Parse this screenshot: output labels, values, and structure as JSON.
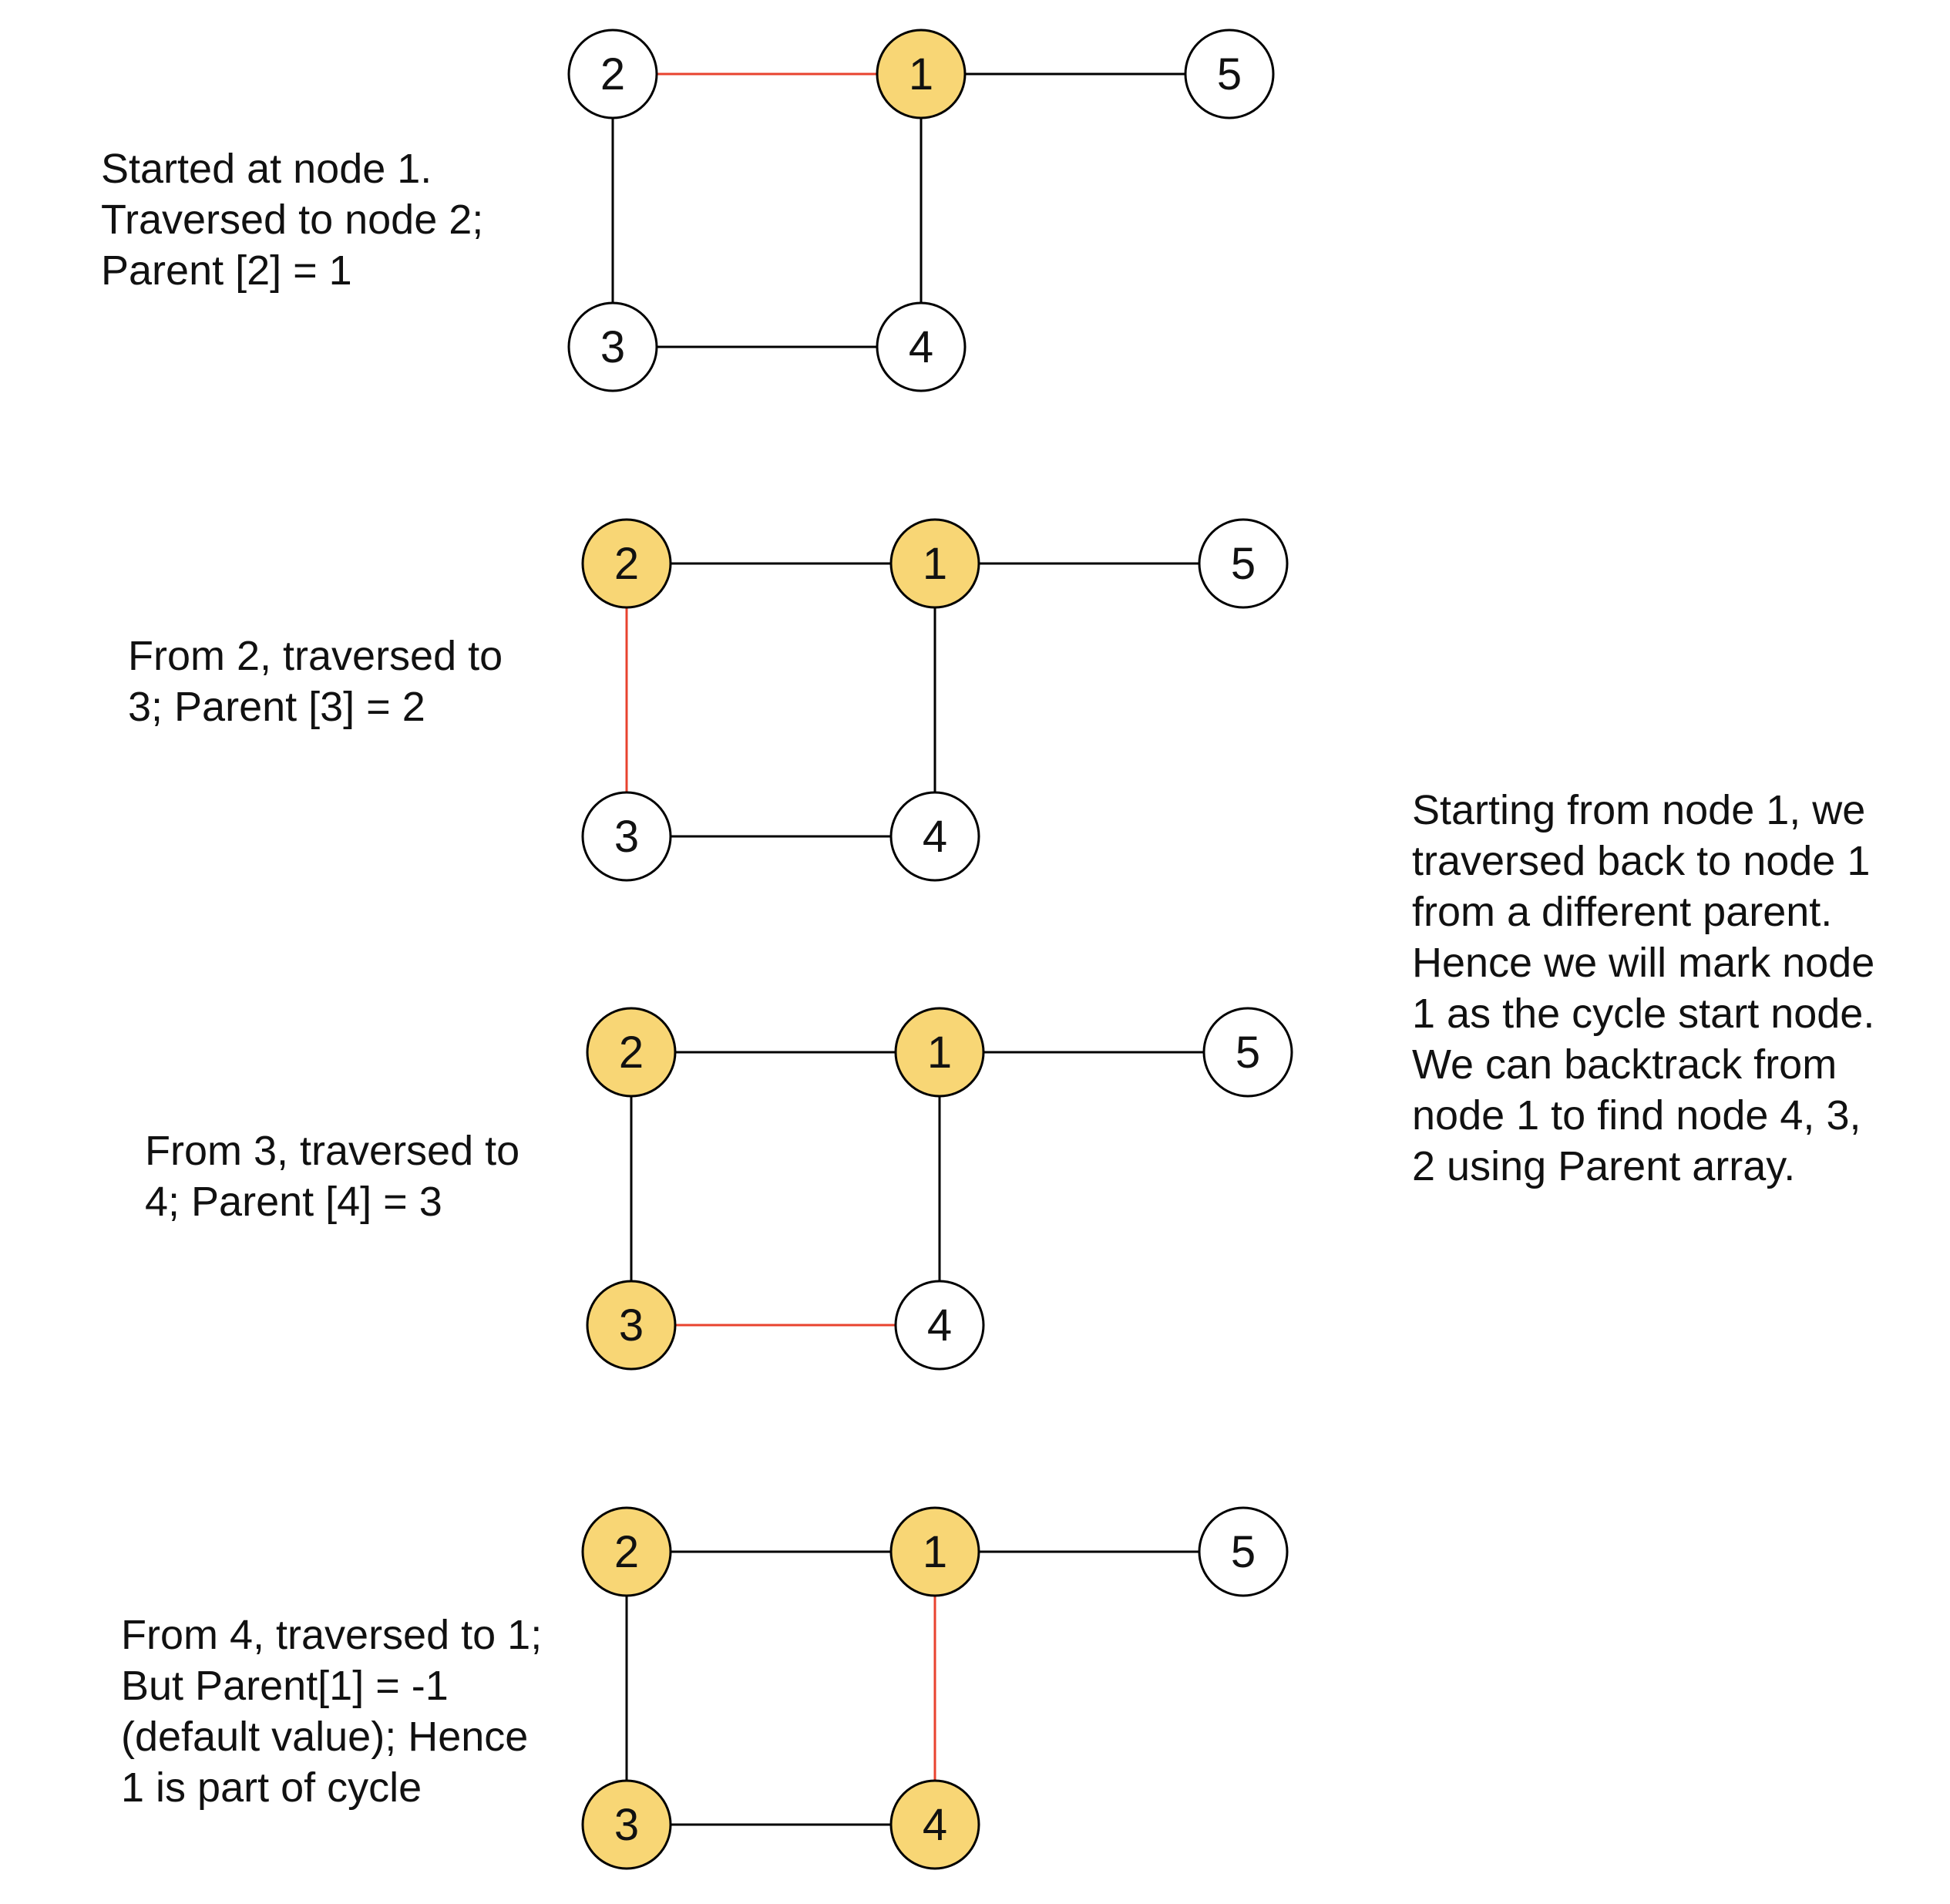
{
  "colors": {
    "visited_fill": "#f8d675",
    "unvisited_fill": "#ffffff",
    "node_stroke": "#000000",
    "edge": "#000000",
    "active_edge": "#e8432f"
  },
  "steps": [
    {
      "caption": "Started at node 1.\nTraversed to node 2;\nParent [2] = 1",
      "nodes": [
        {
          "id": "1",
          "label": "1",
          "visited": true
        },
        {
          "id": "2",
          "label": "2",
          "visited": false
        },
        {
          "id": "3",
          "label": "3",
          "visited": false
        },
        {
          "id": "4",
          "label": "4",
          "visited": false
        },
        {
          "id": "5",
          "label": "5",
          "visited": false
        }
      ],
      "edges": [
        {
          "from": "2",
          "to": "1",
          "active": true
        },
        {
          "from": "1",
          "to": "5",
          "active": false
        },
        {
          "from": "2",
          "to": "3",
          "active": false
        },
        {
          "from": "1",
          "to": "4",
          "active": false
        },
        {
          "from": "3",
          "to": "4",
          "active": false
        }
      ]
    },
    {
      "caption": "From 2, traversed to\n3; Parent [3] = 2",
      "nodes": [
        {
          "id": "1",
          "label": "1",
          "visited": true
        },
        {
          "id": "2",
          "label": "2",
          "visited": true
        },
        {
          "id": "3",
          "label": "3",
          "visited": false
        },
        {
          "id": "4",
          "label": "4",
          "visited": false
        },
        {
          "id": "5",
          "label": "5",
          "visited": false
        }
      ],
      "edges": [
        {
          "from": "2",
          "to": "1",
          "active": false
        },
        {
          "from": "1",
          "to": "5",
          "active": false
        },
        {
          "from": "2",
          "to": "3",
          "active": true
        },
        {
          "from": "1",
          "to": "4",
          "active": false
        },
        {
          "from": "3",
          "to": "4",
          "active": false
        }
      ]
    },
    {
      "caption": "From 3, traversed to\n4; Parent [4] = 3",
      "nodes": [
        {
          "id": "1",
          "label": "1",
          "visited": true
        },
        {
          "id": "2",
          "label": "2",
          "visited": true
        },
        {
          "id": "3",
          "label": "3",
          "visited": true
        },
        {
          "id": "4",
          "label": "4",
          "visited": false
        },
        {
          "id": "5",
          "label": "5",
          "visited": false
        }
      ],
      "edges": [
        {
          "from": "2",
          "to": "1",
          "active": false
        },
        {
          "from": "1",
          "to": "5",
          "active": false
        },
        {
          "from": "2",
          "to": "3",
          "active": false
        },
        {
          "from": "1",
          "to": "4",
          "active": false
        },
        {
          "from": "3",
          "to": "4",
          "active": true
        }
      ]
    },
    {
      "caption": "From 4, traversed to 1;\nBut Parent[1] = -1\n(default value); Hence\n1 is part of cycle",
      "nodes": [
        {
          "id": "1",
          "label": "1",
          "visited": true
        },
        {
          "id": "2",
          "label": "2",
          "visited": true
        },
        {
          "id": "3",
          "label": "3",
          "visited": true
        },
        {
          "id": "4",
          "label": "4",
          "visited": true
        },
        {
          "id": "5",
          "label": "5",
          "visited": false
        }
      ],
      "edges": [
        {
          "from": "2",
          "to": "1",
          "active": false
        },
        {
          "from": "1",
          "to": "5",
          "active": false
        },
        {
          "from": "2",
          "to": "3",
          "active": false
        },
        {
          "from": "1",
          "to": "4",
          "active": true
        },
        {
          "from": "3",
          "to": "4",
          "active": false
        }
      ]
    }
  ],
  "summary": "Starting from node 1, we\ntraversed back to node 1\nfrom a different parent.\nHence we will mark node\n1 as the cycle start node.\nWe can backtrack from\nnode 1 to find node 4, 3,\n2 using Parent array."
}
